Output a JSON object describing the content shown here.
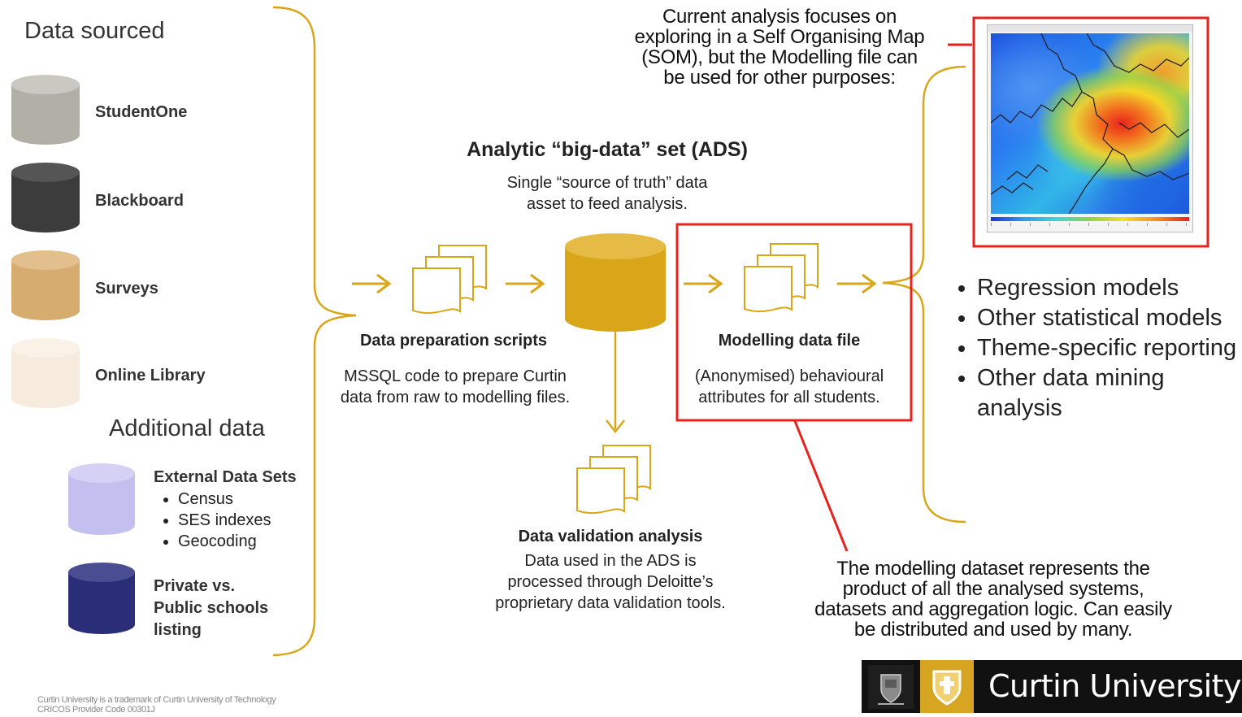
{
  "left": {
    "title": "Data sourced",
    "sources": [
      {
        "label": "StudentOne",
        "color": "#b0b0a6"
      },
      {
        "label": "Blackboard",
        "color": "#3c3c3c"
      },
      {
        "label": "Surveys",
        "color": "#d7ac6f"
      },
      {
        "label": "Online Library",
        "color": "#f6ebdc"
      }
    ],
    "additional_title": "Additional data",
    "external": {
      "title": "External Data Sets",
      "items": [
        "Census",
        "SES indexes",
        "Geocoding"
      ],
      "color": "#c3c0ef"
    },
    "schools": {
      "line1": "Private vs.",
      "line2": "Public schools",
      "line3": "listing",
      "color": "#2a2d78"
    }
  },
  "ads": {
    "title": "Analytic “big-data” set (ADS)",
    "line1": "Single “source of truth” data",
    "line2": "asset to feed analysis.",
    "color": "#d9a619"
  },
  "prep": {
    "title": "Data preparation scripts",
    "line1": "MSSQL code to prepare Curtin",
    "line2": "data from raw to modelling files."
  },
  "modelling": {
    "title": "Modelling data file",
    "line1": "(Anonymised) behavioural",
    "line2": "attributes for all students."
  },
  "validation": {
    "title": "Data validation analysis",
    "line1": "Data used in the ADS is",
    "line2": "processed through Deloitte’s",
    "line3": "proprietary data validation tools."
  },
  "som_note": {
    "line1": "Current analysis focuses on",
    "line2": "exploring in a Self Organising Map",
    "line3": "(SOM), but the Modelling file can",
    "line4": "be used for other purposes:"
  },
  "uses": [
    "Regression models",
    "Other statistical models",
    "Theme-specific reporting",
    "Other data mining analysis"
  ],
  "bottom_note": {
    "line1": "The modelling dataset represents the",
    "line2": "product of all the analysed systems,",
    "line3": "datasets and aggregation logic. Can easily",
    "line4": "be distributed and used by many."
  },
  "footer": {
    "line1": "Curtin University is a trademark of Curtin University of Technology",
    "line2": "CRICOS Provider Code 00301J"
  },
  "brand": {
    "name": "Curtin University"
  },
  "colors": {
    "accent": "#d9a619",
    "highlight": "#e8221b",
    "brand_gold": "#d6a521"
  }
}
